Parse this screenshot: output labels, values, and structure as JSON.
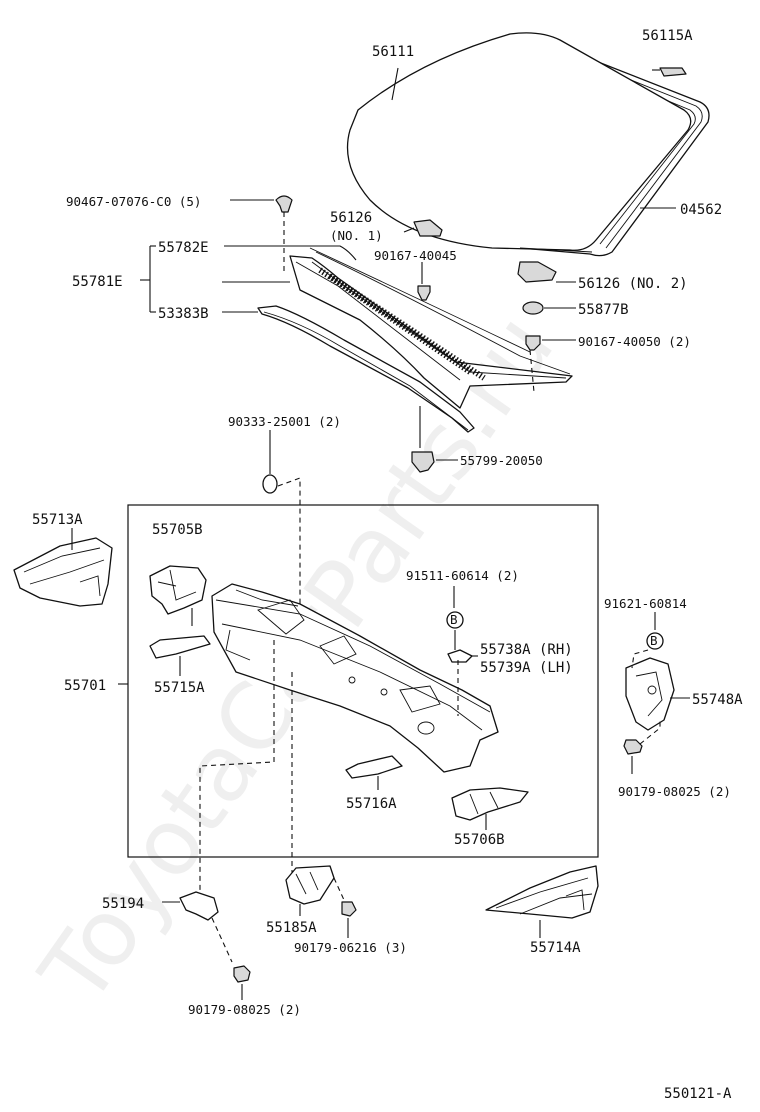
{
  "watermark": "ToyotaCarParts.ru",
  "diagram_code": "550121-A",
  "callout_letter": "B",
  "labels": {
    "windshield": "56111",
    "windshield_clip": "56115A",
    "moulding": "04562",
    "screw_top": "90467-07076-C0 (5)",
    "stopper_no1": "56126",
    "stopper_no1_note": "(NO. 1)",
    "stopper_no2": "56126 (NO. 2)",
    "louver_sub": "55782E",
    "louver_assy": "55781E",
    "seal": "53383B",
    "clip_40045": "90167-40045",
    "spacer": "55877B",
    "clip_40050": "90167-40050 (2)",
    "grommet": "90333-25001 (2)",
    "retainer": "55799-20050",
    "brace_left": "55713A",
    "bracket_55705b": "55705B",
    "bolt_91511": "91511-60614 (2)",
    "bolt_91621": "91621-60814",
    "bracket_rh": "55738A (RH)",
    "bracket_lh": "55739A (LH)",
    "cowl_panel": "55701",
    "bracket_55715a": "55715A",
    "bracket_55748a": "55748A",
    "nut_08025_right": "90179-08025 (2)",
    "bracket_55716a": "55716A",
    "bracket_55706b": "55706B",
    "bracket_55194": "55194",
    "bracket_55185a": "55185A",
    "nut_06216": "90179-06216 (3)",
    "brace_right": "55714A",
    "nut_08025_bottom": "90179-08025 (2)"
  }
}
